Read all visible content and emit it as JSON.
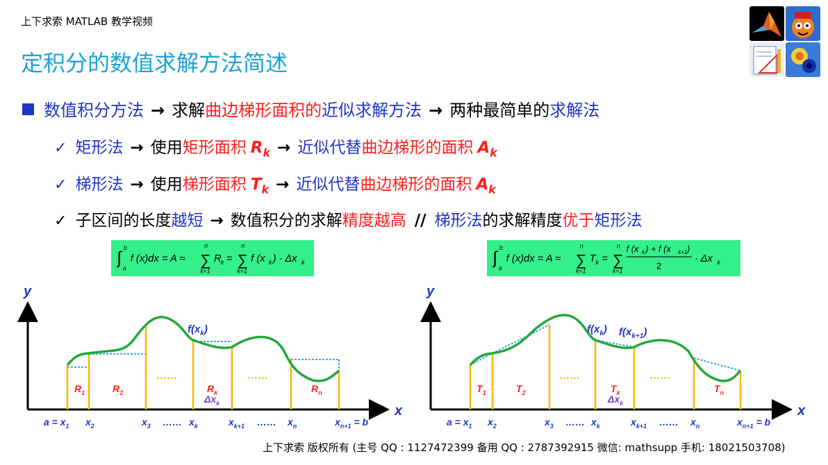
{
  "header": {
    "brand": "上下求索 MATLAB 教学视频"
  },
  "slide_title": "定积分的数值求解方法简述",
  "bullet": {
    "p1": "数值积分方法",
    "p2": "求解",
    "p3": "曲边梯形面积的",
    "p4": "近似求解方法",
    "p5": "两种最简单的",
    "p6": "求解法"
  },
  "rect_line": {
    "a": "矩形法",
    "b": "使用",
    "c": "矩形面积",
    "var": "R",
    "sub": "k",
    "d": "近似代替",
    "e": "曲边梯形的面积",
    "var2": "A",
    "sub2": "k"
  },
  "trap_line": {
    "a": "梯形法",
    "b": "使用",
    "c": "梯形面积",
    "var": "T",
    "sub": "k",
    "d": "近似代替",
    "e": "曲边梯形的面积",
    "var2": "A",
    "sub2": "k"
  },
  "third_line": {
    "a": "子区间的长度",
    "b": "越短",
    "c": "数值积分的求解",
    "d": "精度越高",
    "e": "//",
    "f": "梯形法",
    "g": "的求解精度",
    "h": "优于",
    "i": "矩形法"
  },
  "left_graph": {
    "y_label": "y",
    "x_label": "x",
    "fx": "f(x",
    "fx_sub": "k",
    "dots": "……",
    "ticks": [
      {
        "t": "a = x",
        "s": "1"
      },
      {
        "t": "x",
        "s": "2"
      },
      {
        "t": "x",
        "s": "3"
      },
      {
        "t": "……",
        "s": ""
      },
      {
        "t": "x",
        "s": "k"
      },
      {
        "t": "x",
        "s": "k+1"
      },
      {
        "t": "……",
        "s": ""
      },
      {
        "t": "x",
        "s": "n"
      },
      {
        "t": "x",
        "s": "n+1"
      }
    ],
    "tick_tail": "= b",
    "regions": [
      {
        "t": "R",
        "s": "1"
      },
      {
        "t": "R",
        "s": "2"
      },
      {
        "t": "R",
        "s": "k"
      },
      {
        "t": "R",
        "s": "n"
      }
    ],
    "delta": "Δx",
    "delta_sub": "k"
  },
  "right_graph": {
    "y_label": "y",
    "x_label": "x",
    "fx": "f(x",
    "fx_sub": "k",
    "fx2_sub": "k+1",
    "dots": "……",
    "ticks": [
      {
        "t": "a = x",
        "s": "1"
      },
      {
        "t": "x",
        "s": "2"
      },
      {
        "t": "x",
        "s": "3"
      },
      {
        "t": "……",
        "s": ""
      },
      {
        "t": "x",
        "s": "k"
      },
      {
        "t": "x",
        "s": "k+1"
      },
      {
        "t": "……",
        "s": ""
      },
      {
        "t": "x",
        "s": "n"
      },
      {
        "t": "x",
        "s": "n+1"
      }
    ],
    "tick_tail": "= b",
    "regions": [
      {
        "t": "T",
        "s": "1"
      },
      {
        "t": "T",
        "s": "2"
      },
      {
        "t": "T",
        "s": "k"
      },
      {
        "t": "T",
        "s": "n"
      }
    ],
    "delta": "Δx",
    "delta_sub": "k"
  },
  "footer": "上下求索  版权所有 (主号 QQ : 1127472399   备用 QQ : 2787392915   微信: mathsupp   手机: 18021503708)",
  "colors": {
    "title": "#1aa3d6",
    "blue": "#1f35c7",
    "red": "#ff1d1d",
    "formula_bg": "#33f08a",
    "curve": "#22a83a",
    "bar": "#f5b800",
    "dotted": "#3aa6d8"
  },
  "icons": [
    "matlab-logo-icon",
    "game-character-icon",
    "drafting-tools-icon",
    "heatmap-icon"
  ]
}
